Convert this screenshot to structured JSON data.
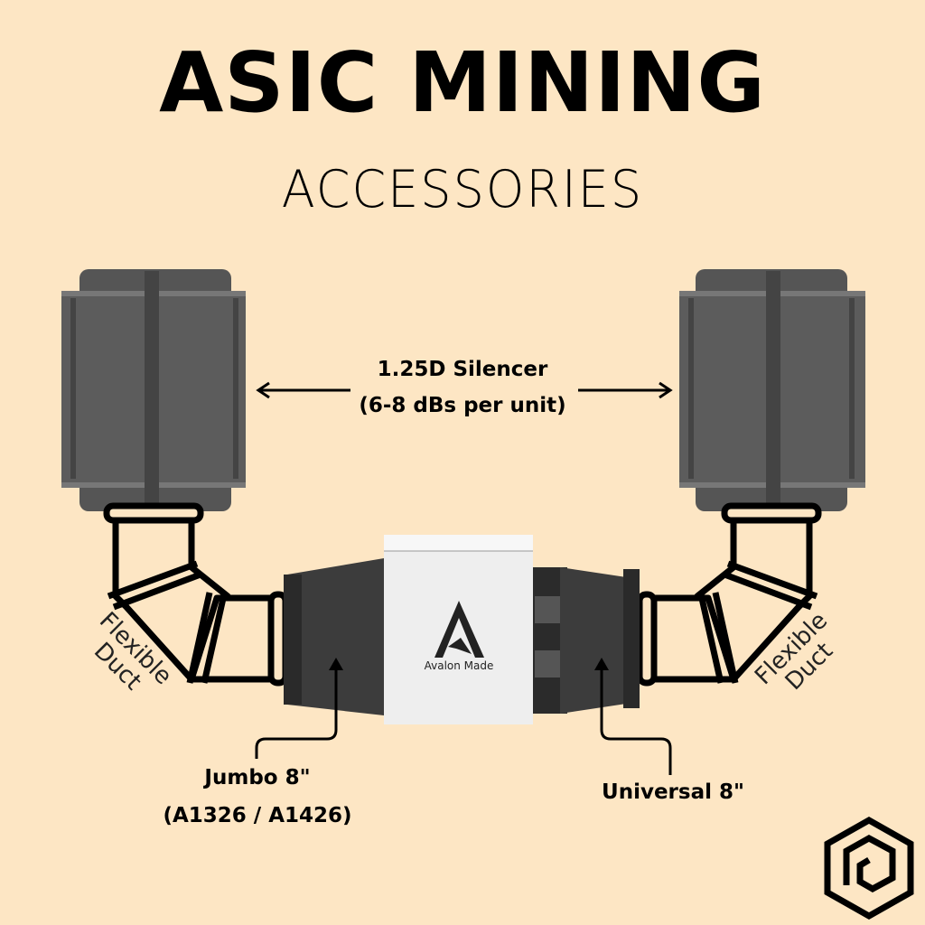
{
  "header": {
    "title": "ASIC MINING",
    "subtitle": "ACCESSORIES"
  },
  "silencer": {
    "line1": "1.25D Silencer",
    "line2": "(6-8 dBs per unit)"
  },
  "duct_left": {
    "line1": "Flexible",
    "line2": "Duct"
  },
  "duct_right": {
    "line1": "Flexible",
    "line2": "Duct"
  },
  "miner": {
    "brand": "Avalon Made"
  },
  "jumbo": {
    "line1": "Jumbo 8\"",
    "line2": "(A1326 / A1426)"
  },
  "universal": {
    "line1": "Universal 8\""
  },
  "colors": {
    "background": "#fde6c4",
    "silencer": "#5a5a5a",
    "text": "#000000"
  }
}
